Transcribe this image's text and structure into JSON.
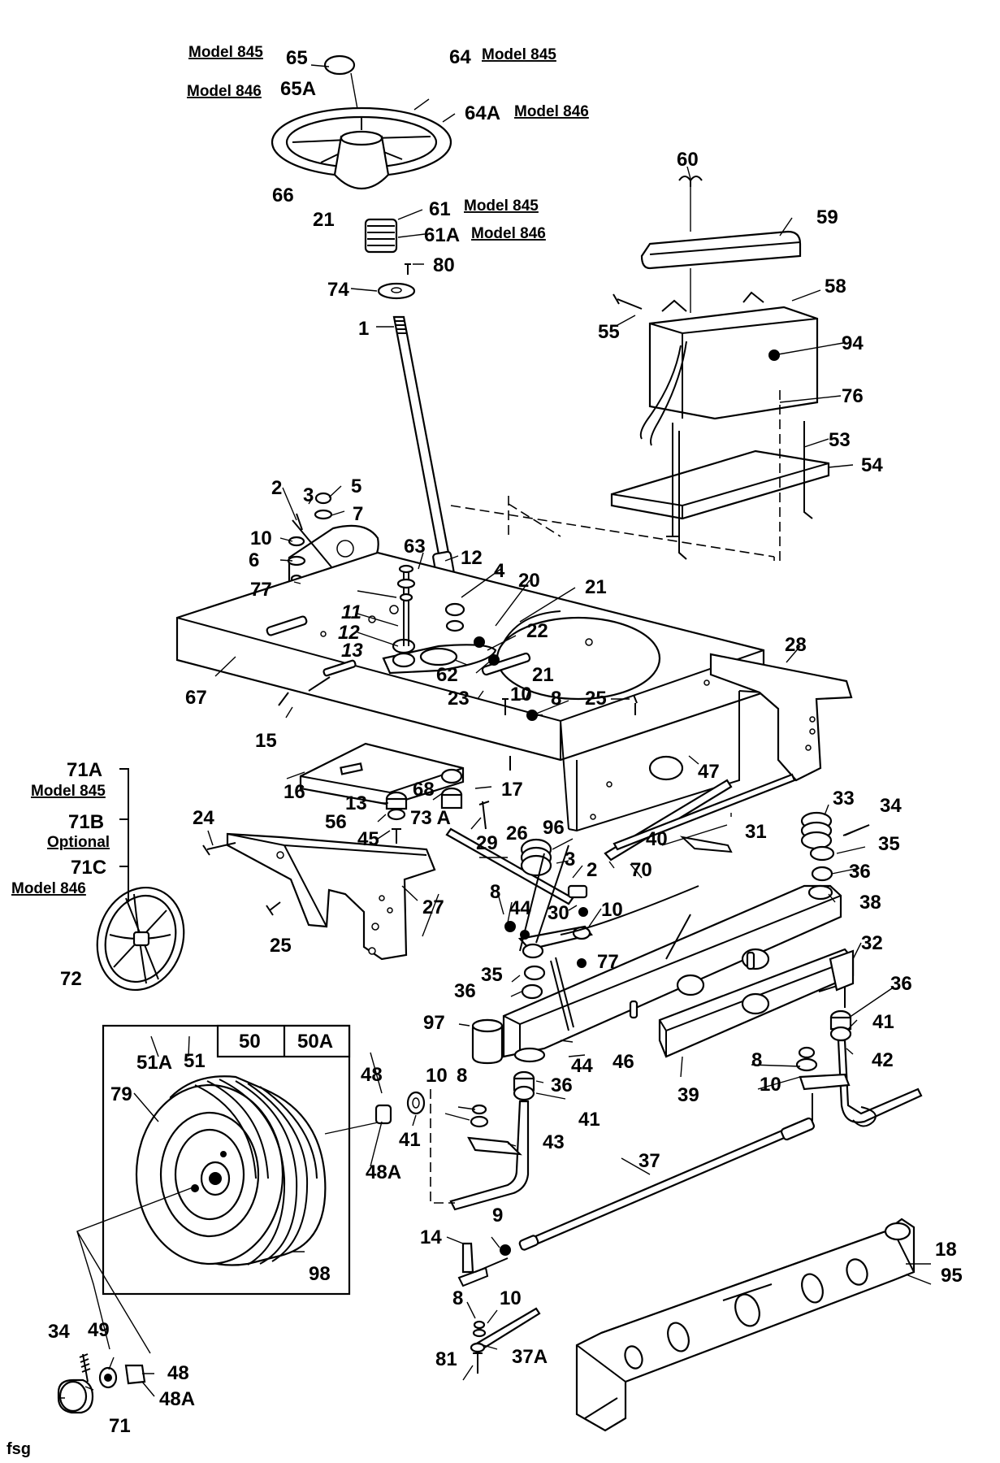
{
  "diagram": {
    "footer": "fsg",
    "table_headers": [
      "50",
      "50A"
    ],
    "model_notes": {
      "m845_a": "Model 845",
      "m846_a": "Model 846",
      "m845_b": "Model 845",
      "m846_b": "Model 846",
      "m845_c": "Model 845",
      "m846_c": "Model 846",
      "m845_d": "Model 845",
      "optional": "Optional",
      "m846_d": "Model 846"
    },
    "labels": {
      "p65": "65",
      "p65A": "65A",
      "p64": "64",
      "p64A": "64A",
      "p66": "66",
      "p21a": "21",
      "p61": "61",
      "p61A": "61A",
      "p80": "80",
      "p74": "74",
      "p1": "1",
      "p60": "60",
      "p59": "59",
      "p58": "58",
      "p55": "55",
      "p94": "94",
      "p76": "76",
      "p53": "53",
      "p54": "54",
      "p2a": "2",
      "p3a": "3",
      "p5": "5",
      "p7": "7",
      "p10a": "10",
      "p6": "6",
      "p77a": "77",
      "p63": "63",
      "p12a": "12",
      "p4": "4",
      "p20": "20",
      "p21b": "21",
      "p11": "11",
      "p12b": "12",
      "p13a": "13",
      "p22": "22",
      "p62": "62",
      "p21c": "21",
      "p23": "23",
      "p10b": "10",
      "p8a": "8",
      "p25a": "25",
      "p28": "28",
      "p67": "67",
      "p15": "15",
      "p16": "16",
      "p47": "47",
      "p17": "17",
      "p68": "68",
      "p13b": "13",
      "p56": "56",
      "p73A": "73 A",
      "p45": "45",
      "p24": "24",
      "p29": "29",
      "p26": "26",
      "p96": "96",
      "p40": "40",
      "p31": "31",
      "p70": "70",
      "p33": "33",
      "p34a": "34",
      "p35a": "35",
      "p36a": "36",
      "p3b": "3",
      "p2b": "2",
      "p27": "27",
      "p25b": "25",
      "p8b": "8",
      "p44a": "44",
      "p30": "30",
      "p10c": "10",
      "p77b": "77",
      "p38": "38",
      "p32": "32",
      "p71A": "71A",
      "p71B": "71B",
      "p71C": "71C",
      "p72": "72",
      "p35b": "35",
      "p36b": "36",
      "p97": "97",
      "p44b": "44",
      "p46": "46",
      "p36c": "36",
      "p41a": "41",
      "p42": "42",
      "p8c": "8",
      "p10d": "10",
      "p39": "39",
      "p51A": "51A",
      "p51": "51",
      "p79": "79",
      "p98": "98",
      "p48a": "48",
      "p48Aa": "48A",
      "p41b": "41",
      "p10e": "10",
      "p8d": "8",
      "p36d": "36",
      "p41c": "41",
      "p43": "43",
      "p37": "37",
      "p14": "14",
      "p9": "9",
      "p18": "18",
      "p95": "95",
      "p8e": "8",
      "p10f": "10",
      "p81": "81",
      "p37A": "37A",
      "p34b": "34",
      "p49": "49",
      "p48b": "48",
      "p48Ab": "48A",
      "p71": "71"
    }
  }
}
